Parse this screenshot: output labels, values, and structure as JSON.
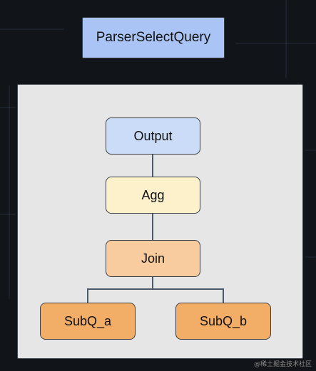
{
  "diagram": {
    "root": {
      "label": "ParserSelectQuery"
    },
    "nodes": {
      "output": {
        "label": "Output"
      },
      "agg": {
        "label": "Agg"
      },
      "join": {
        "label": "Join"
      },
      "subq_a": {
        "label": "SubQ_a"
      },
      "subq_b": {
        "label": "SubQ_b"
      }
    },
    "edges": [
      [
        "Output",
        "Agg"
      ],
      [
        "Agg",
        "Join"
      ],
      [
        "Join",
        "SubQ_a"
      ],
      [
        "Join",
        "SubQ_b"
      ]
    ]
  },
  "colors": {
    "root_fill": "#a9c4f5",
    "panel_fill": "#e6e6e6",
    "output_fill": "#cadcf7",
    "agg_fill": "#fdf1cc",
    "join_fill": "#f8cc9e",
    "subq_fill": "#f2ad67",
    "edge": "#4a5a6a"
  },
  "watermark": "@稀土掘金技术社区"
}
